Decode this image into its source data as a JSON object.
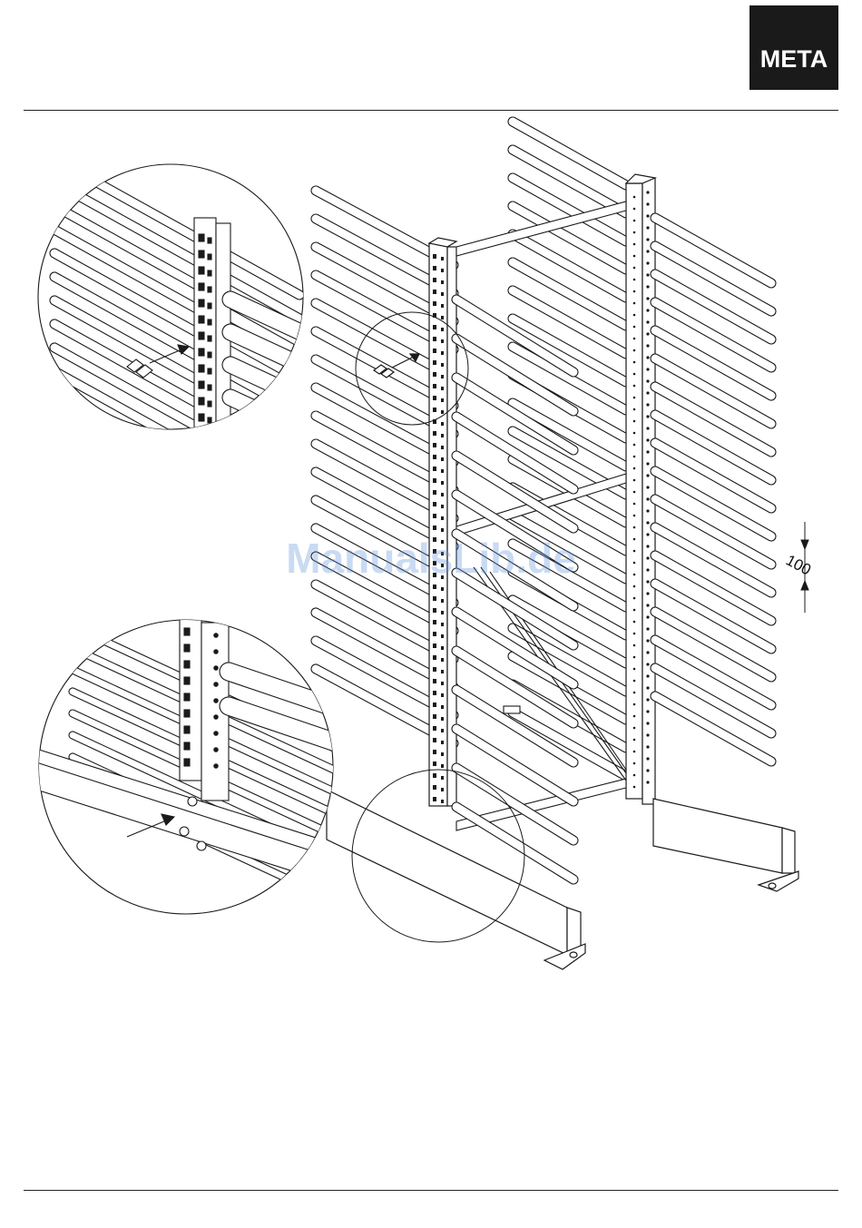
{
  "brand": {
    "logo_text": "META",
    "logo_bg": "#1a1a1a"
  },
  "watermark": {
    "text": "ManualsLib.de"
  },
  "dimension": {
    "label": "100"
  },
  "colors": {
    "line": "#1a1a1a",
    "rule": "#222222",
    "background": "#ffffff"
  }
}
